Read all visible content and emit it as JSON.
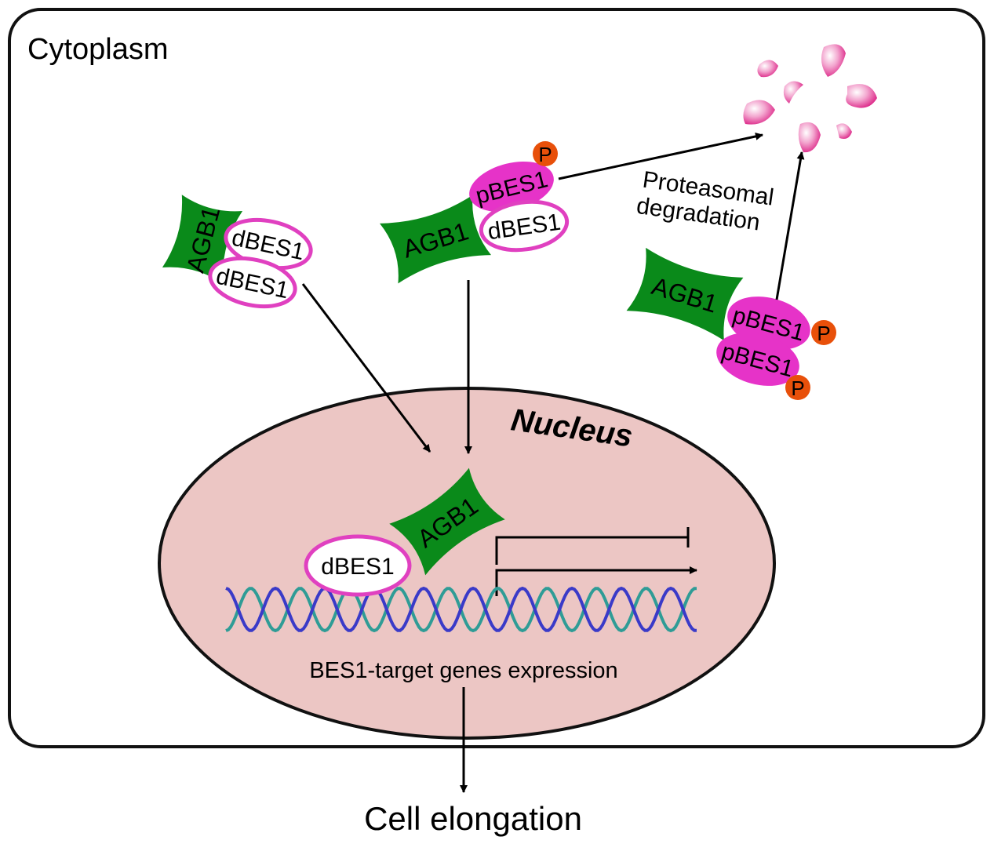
{
  "compartments": {
    "cytoplasm_label": "Cytoplasm",
    "nucleus_label": "Nucleus"
  },
  "proteins": {
    "agb1": "AGB1",
    "dbes1": "dBES1",
    "pbes1": "pBES1",
    "phospho": "P"
  },
  "annotations": {
    "degradation_line1": "Proteasomal",
    "degradation_line2": "degradation",
    "expression": "BES1-target genes expression",
    "outcome": "Cell elongation"
  },
  "colors": {
    "agb1_green": "#0a8a1a",
    "bes1_magenta": "#e633c8",
    "dbes1_outline": "#e040c0",
    "phospho_orange": "#e8500a",
    "nucleus_fill": "#ecc6c4",
    "dna_strand_a": "#2f9c96",
    "dna_strand_b": "#3a3ac8",
    "fragment_pink": "#e24b9a"
  }
}
